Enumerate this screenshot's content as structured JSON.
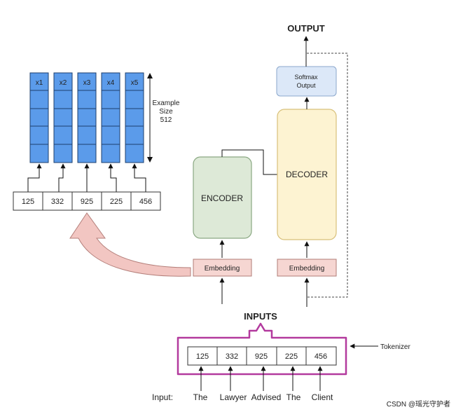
{
  "title_output": "OUTPUT",
  "title_inputs": "INPUTS",
  "softmax": {
    "line1": "Softmax",
    "line2": "Output"
  },
  "encoder_label": "ENCODER",
  "decoder_label": "DECODER",
  "embedding_encoder": "Embedding",
  "embedding_decoder": "Embedding",
  "vector_labels": [
    "x1",
    "x2",
    "x3",
    "x4",
    "x5"
  ],
  "size_note": {
    "line1": "Example",
    "line2": "Size",
    "line3": "512"
  },
  "embed_token_ids": [
    "125",
    "332",
    "925",
    "225",
    "456"
  ],
  "tokenizer_ids": [
    "125",
    "332",
    "925",
    "225",
    "456"
  ],
  "tokenizer_label": "Tokenizer",
  "input_prefix": "Input:",
  "input_words": [
    "The",
    "Lawyer",
    "Advised",
    "The",
    "Client"
  ],
  "watermark": "CSDN @瑶光守护者",
  "colors": {
    "vector_blue": "#5b9bea",
    "encoder_green": "#dde9d7",
    "decoder_yellow": "#fdf3d2",
    "embedding_pink": "#f6d6d2",
    "softmax_blue": "#dce8f8",
    "tokenizer_border": "#b33a9e",
    "curved_arrow": "#f2c6c2"
  }
}
